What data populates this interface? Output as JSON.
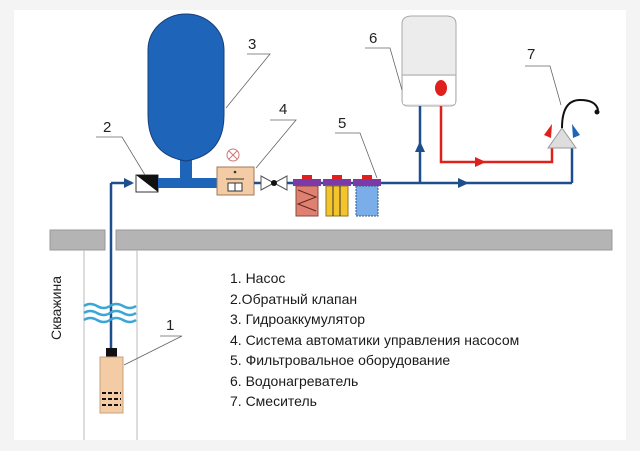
{
  "diagram": {
    "title": "",
    "well_label": "Скважина",
    "callouts": [
      "1",
      "2",
      "3",
      "4",
      "5",
      "6",
      "7"
    ],
    "legend": [
      "1. Насос",
      "2.Обратный клапан",
      "3. Гидроаккумулятор",
      "4. Система автоматики управления насосом",
      "5. Фильтровальное оборудование",
      "6. Водонагреватель",
      "7. Смеситель"
    ],
    "colors": {
      "cold_pipe": "#1f4e8c",
      "hot_pipe": "#e0201c",
      "tank": "#1e64b8",
      "ground": "#b4b4b4",
      "pump_body": "#f3cba4",
      "water_waves": "#3aa6d8"
    }
  }
}
